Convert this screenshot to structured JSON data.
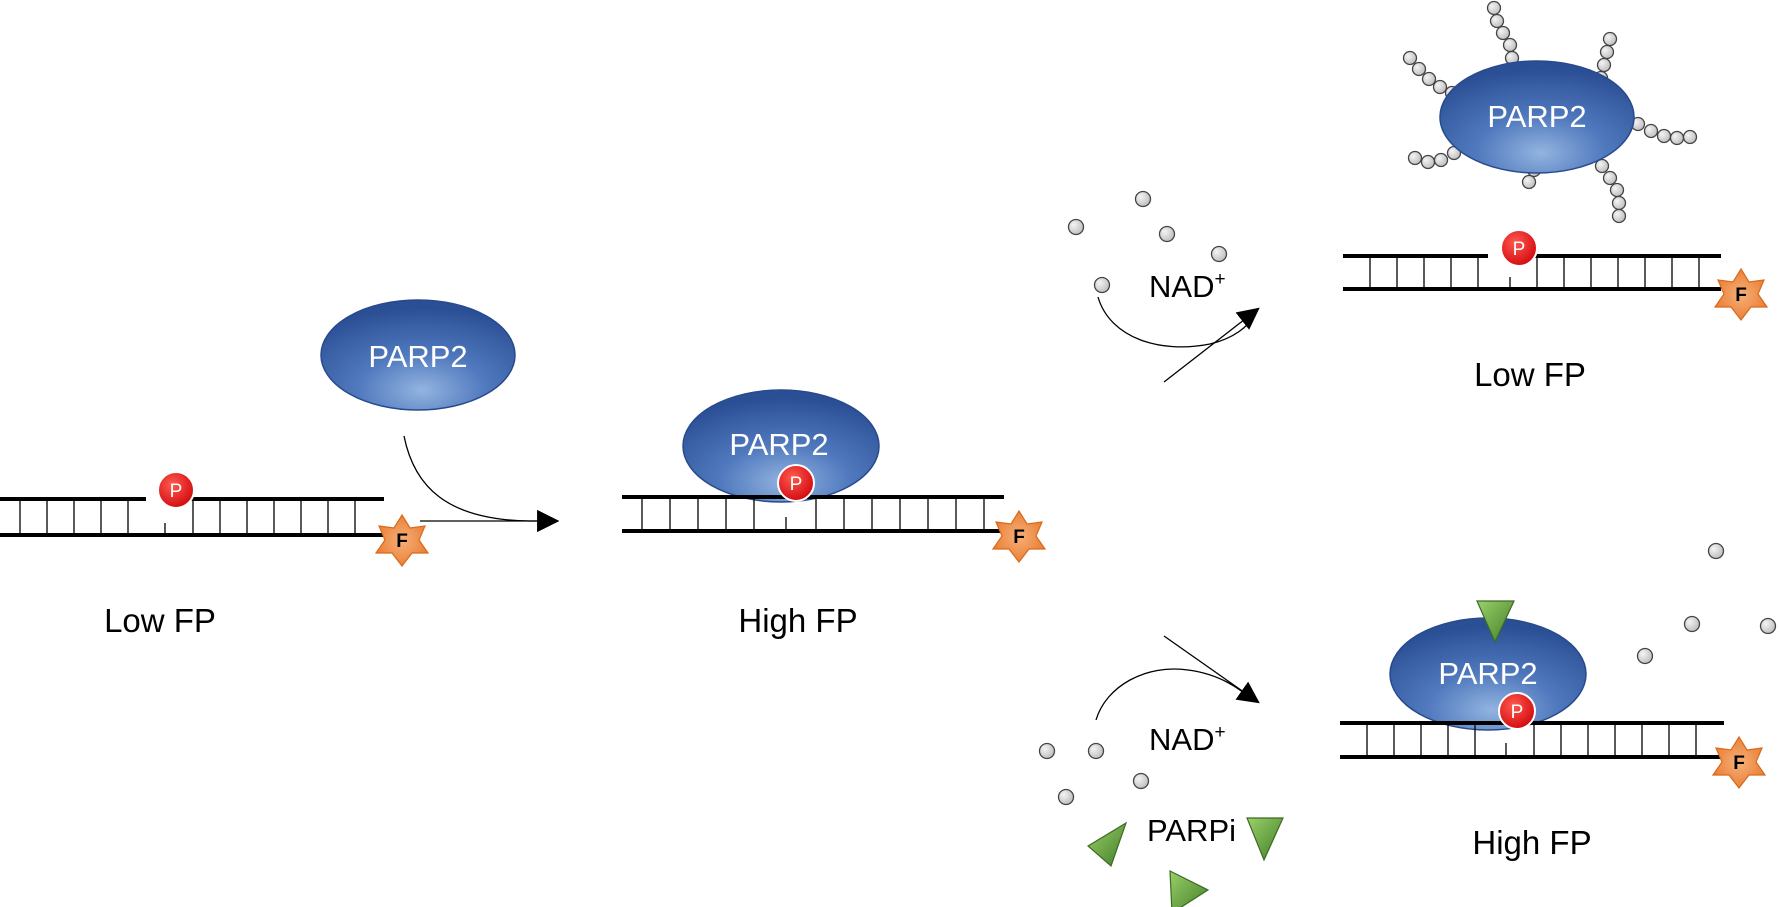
{
  "protein_label": "PARP2",
  "phosphate_label": "P",
  "fluor_label": "F",
  "step1": {
    "dna_caption": "Low FP",
    "complex_caption": "High FP"
  },
  "upper_branch": {
    "reagent": "NAD",
    "reagent_charge": "+",
    "caption": "Low FP"
  },
  "lower_branch": {
    "reagent": "NAD",
    "reagent_charge": "+",
    "inhibitor": "PARPi",
    "caption": "High FP"
  },
  "colors": {
    "protein": "#3a62a8",
    "protein_highlight": "#8fb0de",
    "phosphate": "#e8141b",
    "fluorophore": "#f08a3c",
    "nad_dot": "#d2d2d2",
    "inhibitor": "#6aa843"
  }
}
